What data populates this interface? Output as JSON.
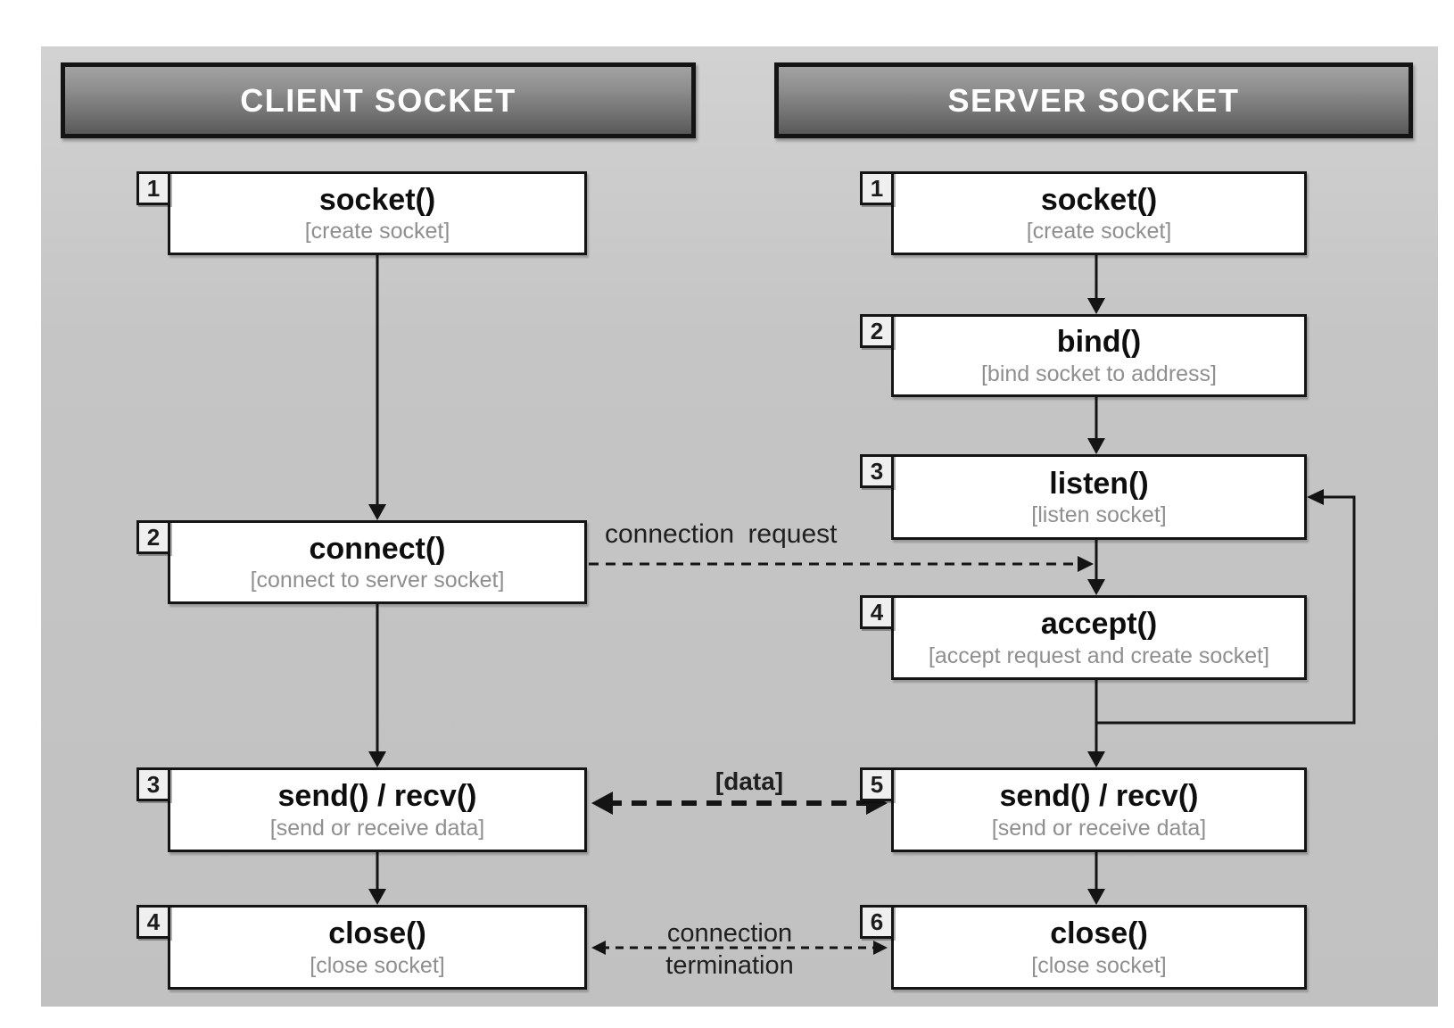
{
  "diagram": {
    "client": {
      "header": "CLIENT SOCKET",
      "nodes": [
        {
          "num": "1",
          "title": "socket()",
          "subtitle": "[create socket]"
        },
        {
          "num": "2",
          "title": "connect()",
          "subtitle": "[connect to server socket]"
        },
        {
          "num": "3",
          "title": "send() / recv()",
          "subtitle": "[send or receive data]"
        },
        {
          "num": "4",
          "title": "close()",
          "subtitle": "[close socket]"
        }
      ]
    },
    "server": {
      "header": "SERVER SOCKET",
      "nodes": [
        {
          "num": "1",
          "title": "socket()",
          "subtitle": "[create socket]"
        },
        {
          "num": "2",
          "title": "bind()",
          "subtitle": "[bind socket to address]"
        },
        {
          "num": "3",
          "title": "listen()",
          "subtitle": "[listen socket]"
        },
        {
          "num": "4",
          "title": "accept()",
          "subtitle": "[accept request and create socket]"
        },
        {
          "num": "5",
          "title": "send() / recv()",
          "subtitle": "[send or receive data]"
        },
        {
          "num": "6",
          "title": "close()",
          "subtitle": "[close socket]"
        }
      ]
    },
    "labels": {
      "connection_request": "connection request",
      "data": "[data]",
      "termination_line1": "connection",
      "termination_line2": "termination"
    },
    "colors": {
      "panel_bg": "#c5c5c5",
      "panel_bg_top": "#d2d2d2",
      "header_grad_top": "#a2a2a2",
      "header_grad_bottom": "#585858",
      "header_text": "#ffffff",
      "box_bg": "#ffffff",
      "box_border": "#141414",
      "subtitle_text": "#8f8f8f",
      "label_text": "#1f1f1f"
    }
  }
}
